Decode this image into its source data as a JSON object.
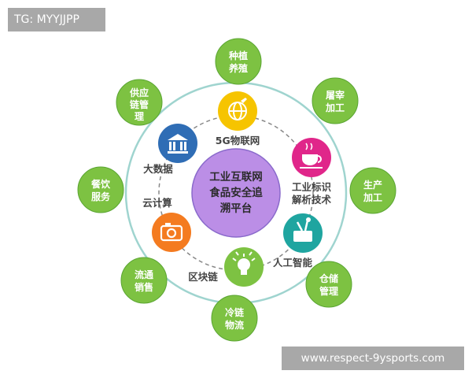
{
  "overlay_tag": "TG: MYYJJPP",
  "watermark": "www.respect-9ysports.com",
  "colors": {
    "node_green": "#7dc242",
    "node_stroke": "#5aa532",
    "outer_ring": "#9fd4cf",
    "inner_ring": "#888888",
    "center_fill": "#bb8ee6",
    "center_stroke": "#8a6acb"
  },
  "center": {
    "lines": [
      "工业互联网",
      "食品安全追",
      "溯平台"
    ]
  },
  "tech_nodes": [
    {
      "id": "5g",
      "label": "5G物联网",
      "icon": "globe-plane-icon",
      "color": "#f6c400"
    },
    {
      "id": "industrial",
      "label": "工业标识解析技术",
      "label_lines": [
        "工业标识",
        "解析技术"
      ],
      "icon": "coffee-cup-icon",
      "color": "#e0268a"
    },
    {
      "id": "ai",
      "label": "人工智能",
      "icon": "toolbox-icon",
      "color": "#1fa5a0"
    },
    {
      "id": "blockchain",
      "label": "区块链",
      "icon": "lightbulb-icon",
      "color": "#7dc242"
    },
    {
      "id": "cloud",
      "label": "云计算",
      "icon": "camera-icon",
      "color": "#f47b20"
    },
    {
      "id": "bigdata",
      "label": "大数据",
      "icon": "bank-icon",
      "color": "#2f6db5"
    }
  ],
  "outer_nodes": [
    {
      "id": "planting",
      "lines": [
        "种植",
        "养殖"
      ]
    },
    {
      "id": "slaughter",
      "lines": [
        "屠宰",
        "加工"
      ]
    },
    {
      "id": "production",
      "lines": [
        "生产",
        "加工"
      ]
    },
    {
      "id": "warehouse",
      "lines": [
        "仓储",
        "管理"
      ]
    },
    {
      "id": "coldchain",
      "lines": [
        "冷链",
        "物流"
      ]
    },
    {
      "id": "circulation",
      "lines": [
        "流通",
        "销售"
      ]
    },
    {
      "id": "catering",
      "lines": [
        "餐饮",
        "服务"
      ]
    },
    {
      "id": "supply",
      "lines": [
        "供应",
        "链管",
        "理"
      ]
    }
  ]
}
